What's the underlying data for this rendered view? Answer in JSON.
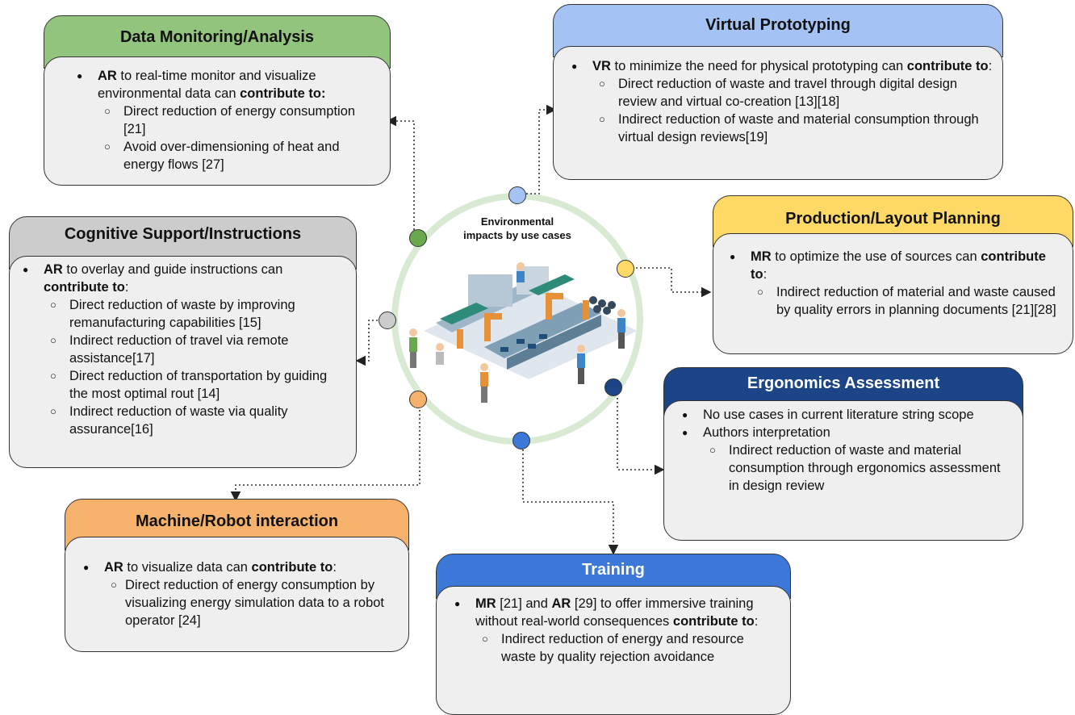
{
  "center": {
    "title_line1": "Environmental",
    "title_line2": "impacts by use cases"
  },
  "colors": {
    "green": "#92c47d",
    "blue_light": "#a4c2f4",
    "yellow": "#ffd966",
    "navy": "#1c4587",
    "grey": "#cccccc",
    "orange": "#f6b26b",
    "blue": "#3c78d8"
  },
  "cards": {
    "data_monitoring": {
      "title": "Data Monitoring/Analysis",
      "b1_strong": "AR",
      "b1_text": " to real-time monitor and visualize environmental data can ",
      "b1_contrib": "contribute to:",
      "s1": "Direct reduction of energy consumption [21]",
      "s2": "Avoid over-dimensioning of heat and energy flows [27]"
    },
    "virtual_prototyping": {
      "title": "Virtual Prototyping",
      "b1_strong": "VR",
      "b1_text": " to minimize the need for physical prototyping can ",
      "b1_contrib": "contribute to",
      "b1_tail": ":",
      "s1": "Direct reduction of waste and travel through digital design review and virtual co-creation [13][18]",
      "s2": "Indirect reduction of waste and material consumption through virtual design reviews[19]"
    },
    "production_layout": {
      "title": "Production/Layout Planning",
      "b1_strong": "MR",
      "b1_text": " to optimize the use of sources can ",
      "b1_contrib": "contribute to",
      "b1_tail": ":",
      "s1": "Indirect reduction of material and waste caused by quality errors in planning documents [21][28]"
    },
    "cognitive_support": {
      "title": "Cognitive Support/Instructions",
      "b1_strong": "AR",
      "b1_text": " to overlay and guide instructions can ",
      "b1_contrib": "contribute to",
      "b1_tail": ":",
      "s1": "Direct reduction of waste by improving remanufacturing capabilities [15]",
      "s2": "Indirect reduction of travel via remote assistance[17]",
      "s3": "Direct reduction of transportation by guiding the most optimal rout [14]",
      "s4": "Indirect reduction of waste via quality assurance[16]"
    },
    "ergonomics": {
      "title": "Ergonomics Assessment",
      "b1": "No use cases in current literature string scope",
      "b2": "Authors interpretation",
      "s1": "Indirect reduction of waste and material consumption through ergonomics assessment in design review"
    },
    "machine_robot": {
      "title": "Machine/Robot interaction",
      "b1_strong": "AR",
      "b1_text": " to visualize data can ",
      "b1_contrib": "contribute to",
      "b1_tail": ":",
      "s1": "Direct reduction of energy consumption by visualizing energy simulation data to a robot operator [24]"
    },
    "training": {
      "title": "Training",
      "b1_strong1": "MR",
      "b1_text1": " [21] and ",
      "b1_strong2": "AR",
      "b1_text2": " [29] to offer  immersive training without real-world consequences ",
      "b1_contrib": "contribute to",
      "b1_tail": ":",
      "s1": "Indirect reduction of energy and resource waste by quality rejection avoidance"
    }
  }
}
